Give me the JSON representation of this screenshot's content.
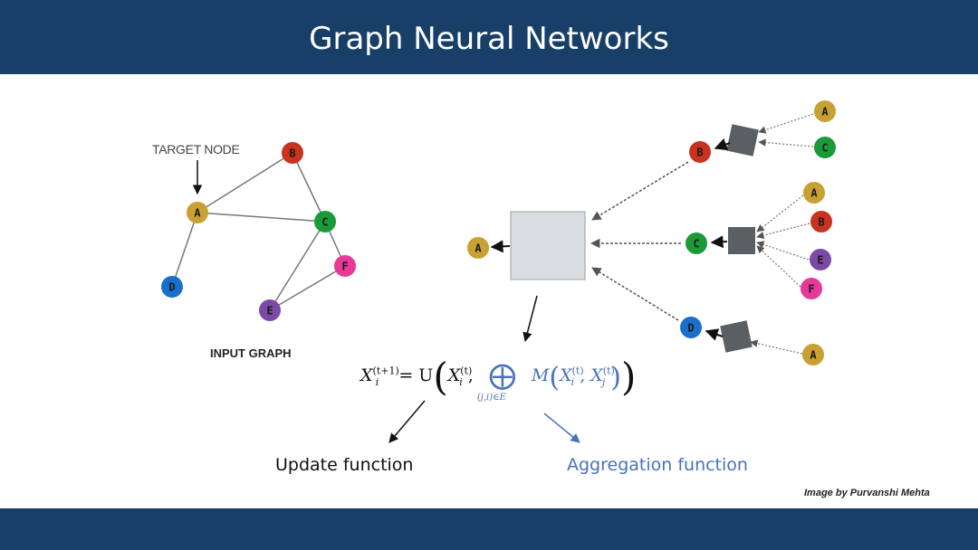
{
  "header": {
    "title": "Graph Neural Networks"
  },
  "input_graph": {
    "target_label": "TARGET NODE",
    "caption": "INPUT GRAPH",
    "nodes": [
      {
        "id": "A",
        "color": "#c9a033"
      },
      {
        "id": "B",
        "color": "#c8321f"
      },
      {
        "id": "C",
        "color": "#1b9a3a"
      },
      {
        "id": "D",
        "color": "#1a6fcc"
      },
      {
        "id": "E",
        "color": "#7b4aa6"
      },
      {
        "id": "F",
        "color": "#e8399a"
      }
    ],
    "edges": [
      [
        "A",
        "B"
      ],
      [
        "A",
        "C"
      ],
      [
        "B",
        "C"
      ],
      [
        "A",
        "D"
      ],
      [
        "C",
        "E"
      ],
      [
        "C",
        "F"
      ],
      [
        "E",
        "F"
      ]
    ]
  },
  "computation_tree": {
    "root": "A",
    "level1": [
      "B",
      "C",
      "D"
    ],
    "level2": {
      "B": [
        "A",
        "C"
      ],
      "C": [
        "A",
        "B",
        "E",
        "F"
      ],
      "D": [
        "A"
      ]
    }
  },
  "formula": {
    "x": "X",
    "i": "i",
    "t_plus_1": "(t+1)",
    "t": "(t)",
    "eq_u": "= U",
    "comma": ",",
    "m": "M",
    "j": "j",
    "under": "(j,i)∈E",
    "oplus": "⨁",
    "lparen": "(",
    "rparen": ")"
  },
  "labels": {
    "update": "Update function",
    "aggregation": "Aggregation function",
    "credit": "Image by Purvanshi Mehta"
  },
  "colors": {
    "header": "#173f68",
    "accent_blue": "#4a72b8",
    "aggregator_box": "#d9dde0",
    "aggregator_small": "#5a5f63"
  }
}
